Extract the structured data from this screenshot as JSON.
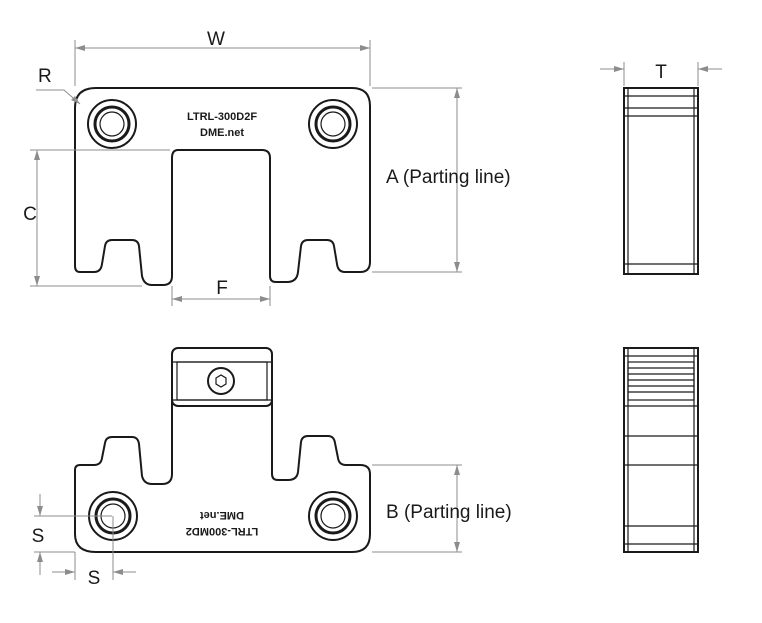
{
  "labels": {
    "w": "W",
    "r": "R",
    "c": "C",
    "f": "F",
    "a": "A (Parting line)",
    "t": "T",
    "b": "B (Parting line)",
    "s_vertical": "S",
    "s_horizontal": "S"
  },
  "part_marks": {
    "top_model": "LTRL-300D2F",
    "top_site": "DME.net",
    "bottom_model": "LTRL-300MD2",
    "bottom_site": "DME.net"
  },
  "colors": {
    "outline": "#1a1a1a",
    "dimension_line": "#8c8c8c",
    "background": "#ffffff"
  }
}
